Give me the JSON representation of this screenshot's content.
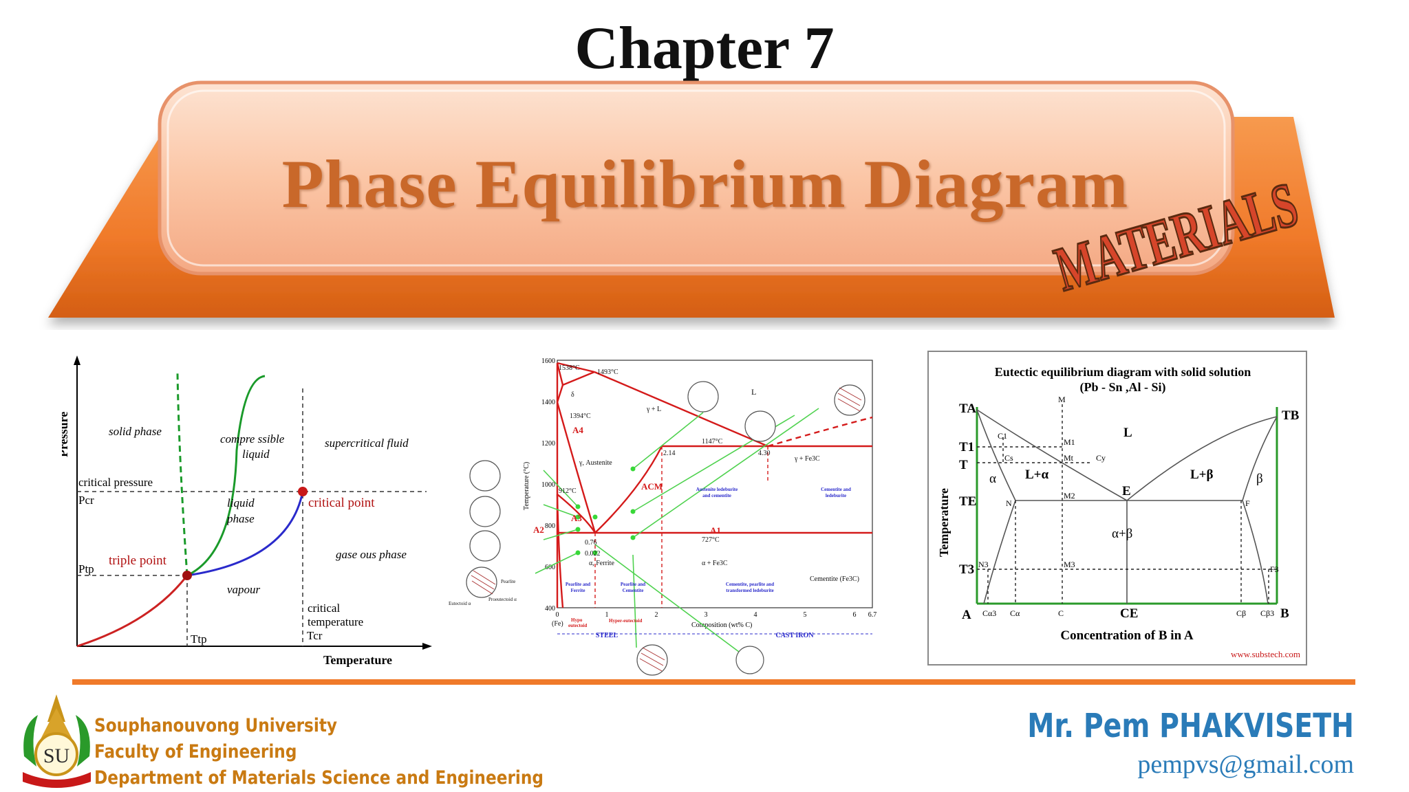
{
  "header": {
    "chapter": "Chapter 7",
    "title": "Phase Equilibrium Diagram",
    "badge_text": "MATERIALS"
  },
  "diagram_pt": {
    "ylabel": "Pressure",
    "xlabel": "Temperature",
    "solid": "solid phase",
    "compressible": "compre ssible",
    "compressible2": "liquid",
    "supercritical": "supercritical fluid",
    "critical_pressure": "critical pressure",
    "pcr": "Pcr",
    "liquid1": "liquid",
    "liquid2": "phase",
    "critical_point": "critical point",
    "ptp": "Ptp",
    "triple_point": "triple point",
    "gaseous": "gase ous phase",
    "vapour": "vapour",
    "crit_temp1": "critical",
    "crit_temp2": "temperature",
    "ttp": "Ttp",
    "tcr": "Tcr"
  },
  "diagram_fe": {
    "y_ticks": [
      "1600",
      "1400",
      "1200",
      "1000",
      "800",
      "600",
      "400"
    ],
    "x_ticks": [
      "0",
      "1",
      "2",
      "3",
      "4",
      "5",
      "6",
      "6.7"
    ],
    "ylabel": "Temperature (°C)",
    "xlabel": "Composition (wt% C)",
    "t1538": "1538°C",
    "t1493": "1493°C",
    "t1394": "1394°C",
    "t1147": "1147°C",
    "t912": "912°C",
    "t727": "727°C",
    "c214": "2.14",
    "c430": "4.30",
    "c076": "0.76",
    "c0022": "0.022",
    "delta": "δ",
    "gamma_l": "γ + L",
    "L": "L",
    "austenite": "γ, Austenite",
    "a4": "A4",
    "a3": "A3",
    "a2": "A2",
    "a1": "A1",
    "acm": "ACM",
    "alpha_ferrite": "α, Ferrite",
    "alpha_fe3c": "α + Fe3C",
    "gamma_fe3c": "γ + Fe3C",
    "cementite": "Cementite (Fe3C)",
    "aus_led1": "Austenite ledeburite",
    "aus_led2": "and cementite",
    "cem_led1": "Cementite and",
    "cem_led2": "ledeburite",
    "pf1": "Pearlite and",
    "pf2": "Ferrite",
    "pc1": "Pearlite and",
    "pc2": "Cementite",
    "cpt1": "Cementite, pearlite and",
    "cpt2": "transformed ledeburite",
    "hypo": "Hypo",
    "hypo2": "eutectoid",
    "hyper": "Hyper-eutectoid",
    "fe": "(Fe)",
    "steel": "STEEL",
    "cast_iron": "CAST IRON",
    "pearlite": "Pearlite",
    "proeutectoid": "Proeutectoid α",
    "eutectoid": "Eutectoid α"
  },
  "diagram_eut": {
    "title1": "Eutectic equilibrium diagram with solid solution",
    "title2": "(Pb - Sn ,Al - Si)",
    "ylabel": "Temperature",
    "xlabel": "Concentration of B in A",
    "TA": "TA",
    "TB": "TB",
    "T1": "T1",
    "T": "T",
    "TE": "TE",
    "T3": "T3",
    "M": "M",
    "M1": "M1",
    "Mt": "Mt",
    "M2": "M2",
    "M3": "M3",
    "C1": "C1",
    "Cs": "Cs",
    "Cy": "Cy",
    "L": "L",
    "Lalpha": "L+α",
    "Lbeta": "L+β",
    "alpha": "α",
    "beta": "β",
    "ab": "α+β",
    "E": "E",
    "N": "N",
    "F": "F",
    "N3": "N3",
    "F3": "F3",
    "A": "A",
    "B": "B",
    "Ca3": "Cα3",
    "Ca": "Cα",
    "C": "C",
    "CE": "CE",
    "Cb": "Cβ",
    "Cb3": "Cβ3",
    "source": "www.substech.com"
  },
  "footer": {
    "university": "Souphanouvong University",
    "faculty": "Faculty of Engineering",
    "department": "Department of  Materials Science and  Engineering",
    "author": "Mr. Pem PHAKVISETH",
    "email": "pempvs@gmail.com",
    "logo_text": "SU"
  },
  "colors": {
    "orange": "#f07a2a",
    "title": "#c9682a",
    "blue": "#2a7bb8",
    "gold": "#c97a12"
  }
}
